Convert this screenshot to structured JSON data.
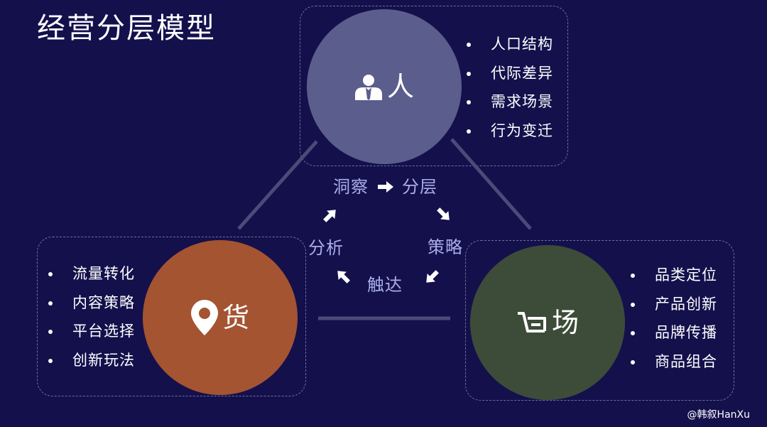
{
  "title": "经营分层模型",
  "nodes": {
    "ren": {
      "label": "人",
      "icon": "user-group-icon",
      "color": "#5b5d8c",
      "items": [
        "人口结构",
        "代际差异",
        "需求场景",
        "行为变迁"
      ]
    },
    "huo": {
      "label": "货",
      "icon": "location-pin-icon",
      "color": "#a45431",
      "items": [
        "流量转化",
        "内容策略",
        "平台选择",
        "创新玩法"
      ]
    },
    "chang": {
      "label": "场",
      "icon": "shopping-cart-icon",
      "color": "#3d4c39",
      "items": [
        "品类定位",
        "产品创新",
        "品牌传播",
        "商品组合"
      ]
    }
  },
  "cycle": {
    "insight": "洞察",
    "layer": "分层",
    "strategy": "策略",
    "reach": "触达",
    "analyze": "分析"
  },
  "colors": {
    "background": "#14104c",
    "cycle_text": "#a9aee8",
    "connector": "#4c4a78",
    "box_border": "#bebed7"
  },
  "watermark": "@韩叙HanXu"
}
